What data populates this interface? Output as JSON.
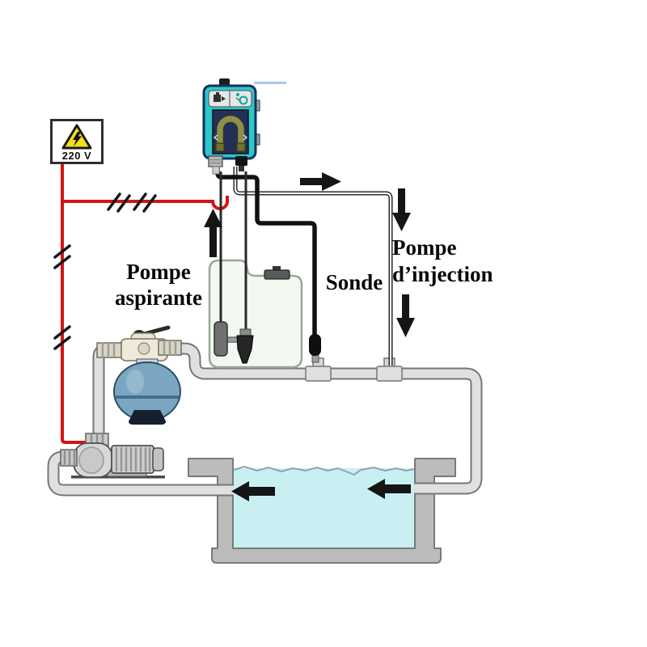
{
  "labels": {
    "power": "220 V",
    "suction_pump_line1": "Pompe",
    "suction_pump_line2": "aspirante",
    "probe": "Sonde",
    "injection_pump_line1": "Pompe",
    "injection_pump_line2": "d’injection"
  },
  "colors": {
    "device_teal": "#2CC7C7",
    "device_panel_navy": "#252E55",
    "peristaltic_tube_olive": "#8F9040",
    "wire_red": "#D31414",
    "water_cyan": "#C8F0F2",
    "filter_blue": "#7BA6C2",
    "pipe_gray": "#E0E0E0",
    "pool_wall_gray": "#BCBCBC",
    "warning_yellow": "#F2E019",
    "arrow_black": "#151515"
  },
  "icons": {
    "high_voltage": "warning-triangle-lightning-icon",
    "flow_direction": "solid-black-arrow-icon",
    "wire_break": "double-slash-marks"
  }
}
